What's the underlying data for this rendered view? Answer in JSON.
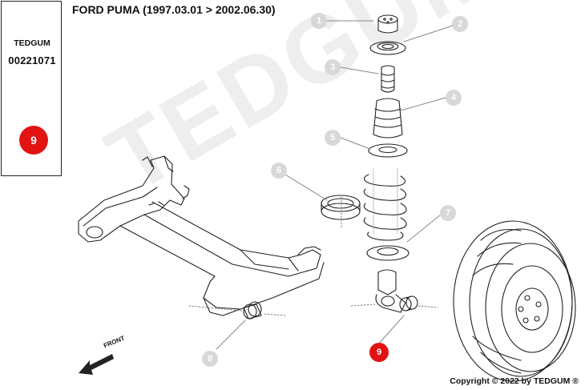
{
  "title": "FORD PUMA (1997.03.01 > 2002.06.30)",
  "brand": "TEDGUM",
  "part_number": "00221071",
  "highlight_number": "9",
  "copyright": "Copyright © 2022 by TEDGUM ®",
  "front_label": "FRONT",
  "watermark_text": "TEDGUM",
  "callouts": [
    "1",
    "2",
    "3",
    "4",
    "5",
    "6",
    "7",
    "8",
    "9"
  ],
  "colors": {
    "accent_red": "#e21313",
    "callout_grey": "#d8d8d8",
    "line": "#222222"
  }
}
